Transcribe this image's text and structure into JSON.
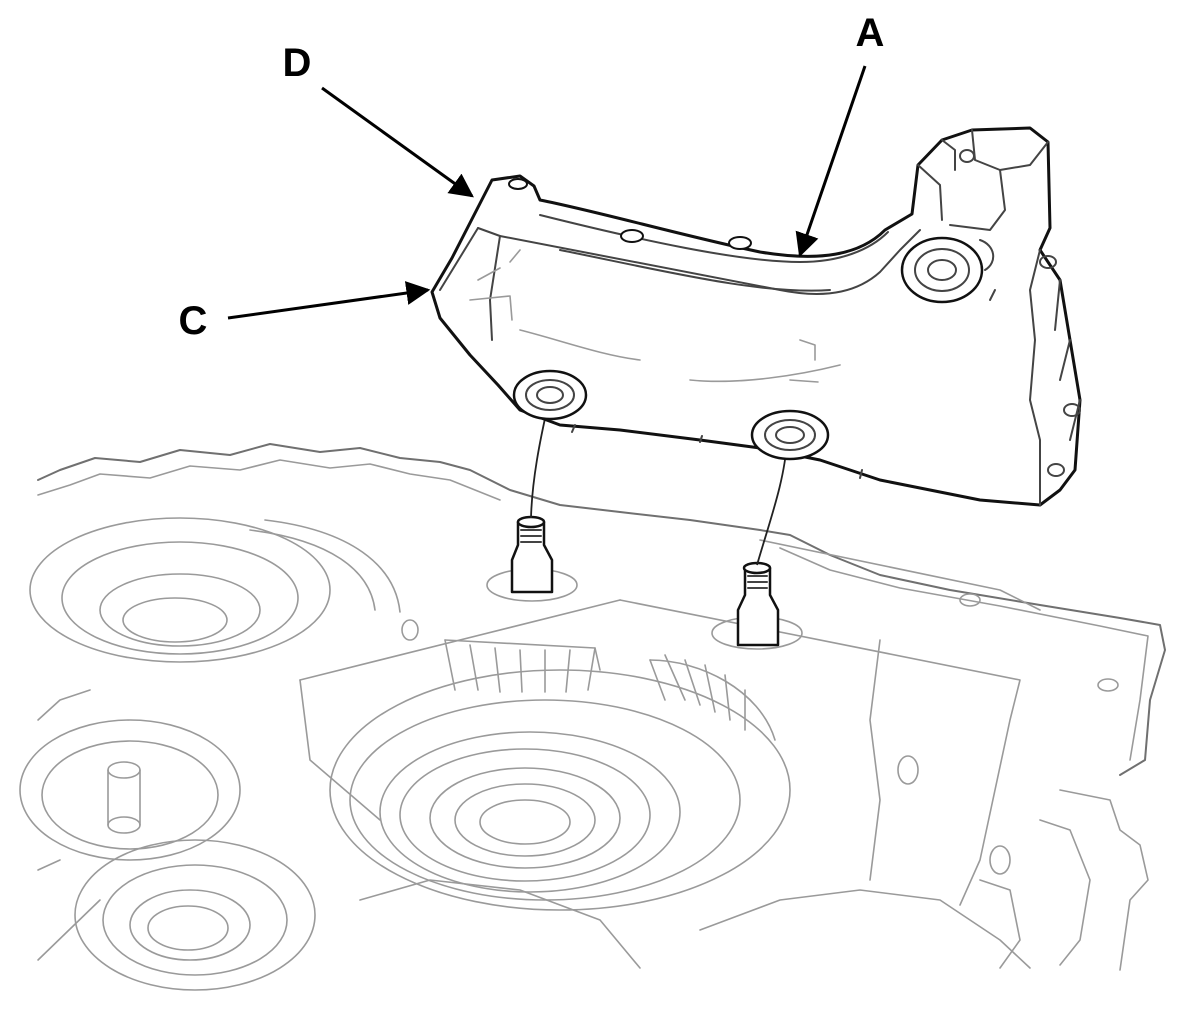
{
  "callouts": {
    "a": "A",
    "c": "C",
    "d": "D"
  },
  "colors": {
    "ink": "#000000",
    "housing_line": "#9a9a9a",
    "background": "#ffffff"
  }
}
